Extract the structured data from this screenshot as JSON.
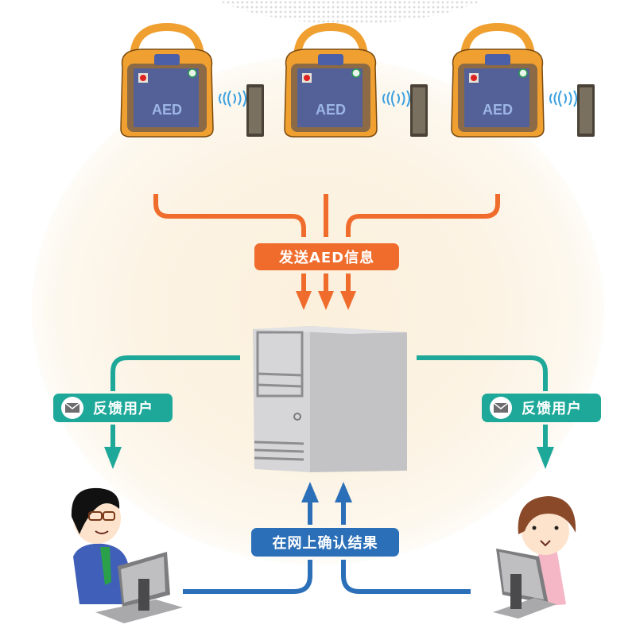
{
  "diagram": {
    "title": "AED信息发送与反馈流程",
    "devices": [
      {
        "name": "AED",
        "screen_text": "AED",
        "transmitter": "wireless-module"
      },
      {
        "name": "AED",
        "screen_text": "AED",
        "transmitter": "wireless-module"
      },
      {
        "name": "AED",
        "screen_text": "AED",
        "transmitter": "wireless-module"
      }
    ],
    "send_label": "发送AED信息",
    "server": "server-tower",
    "feedback_left_label": "反馈用户",
    "feedback_right_label": "反馈用户",
    "confirm_label": "在网上确认结果",
    "users": [
      {
        "name": "male-user-at-computer"
      },
      {
        "name": "female-user-at-computer"
      }
    ],
    "colors": {
      "orange": "#ef6c2c",
      "teal": "#1ea899",
      "blue": "#2b6fb8",
      "aed_body": "#f0a030",
      "aed_panel": "#4a5fa8",
      "server": "#c9c9cb",
      "background_glow": "#fbf0dc"
    }
  }
}
